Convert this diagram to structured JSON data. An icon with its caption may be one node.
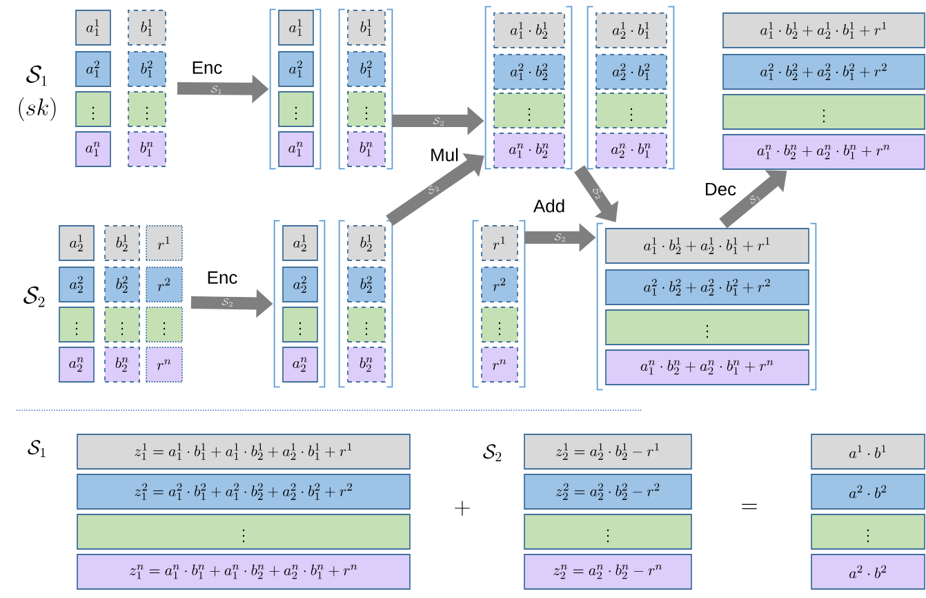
{
  "diagram": {
    "nodes": [
      {
        "text": [
          "a_1^1"
        ]
      },
      {
        "text": [
          "a_1^2"
        ]
      },
      {
        "text": [
          "\\vdots"
        ]
      },
      {
        "text": [
          "a_1^n"
        ]
      },
      {
        "text": [
          "b_1^1"
        ]
      },
      {
        "text": [
          "b_1^2"
        ]
      },
      {
        "text": [
          "\\vdots"
        ]
      },
      {
        "text": [
          "b_1^n"
        ]
      },
      {
        "text": [],
        "shape": "bracket"
      },
      {
        "text": [
          "a_1^1"
        ],
        "in": 8
      },
      {
        "text": [
          "a_1^2"
        ],
        "in": 8
      },
      {
        "text": [
          "\\vdots"
        ],
        "in": 8
      },
      {
        "text": [
          "a_1^n"
        ],
        "in": 8
      },
      {
        "text": [],
        "shape": "bracket"
      },
      {
        "text": [
          "b_1^1"
        ],
        "in": 13
      },
      {
        "text": [
          "b_1^2"
        ],
        "in": 13
      },
      {
        "text": [
          "\\vdots"
        ],
        "in": 13
      },
      {
        "text": [
          "b_1^n"
        ],
        "in": 13
      },
      {
        "text": [],
        "shape": "bracket"
      },
      {
        "text": [
          "a_1^1\\cdot b_2^1"
        ],
        "in": 18
      },
      {
        "text": [
          "a_1^2\\cdot b_2^2"
        ],
        "in": 18
      },
      {
        "text": [
          "\\vdots"
        ],
        "in": 18
      },
      {
        "text": [
          "a_1^n\\cdot b_2^n"
        ],
        "in": 18
      },
      {
        "text": [],
        "shape": "bracket"
      },
      {
        "text": [
          "a_2^1\\cdot b_1^1"
        ],
        "in": 23
      },
      {
        "text": [
          "a_2^2\\cdot b_1^2"
        ],
        "in": 23
      },
      {
        "text": [
          "\\vdots"
        ],
        "in": 23
      },
      {
        "text": [
          "a_2^n\\cdot b_1^n"
        ],
        "in": 23
      },
      {
        "text": [
          "a_1^1\\cdot b_2^1+a_2^1\\cdot b_1^1+r^1"
        ]
      },
      {
        "text": [
          "a_1^2\\cdot b_2^2+a_2^2\\cdot b_1^2+r^2"
        ]
      },
      {
        "text": [
          "\\vdots"
        ]
      },
      {
        "text": [
          "a_1^n\\cdot b_2^n+a_2^n\\cdot b_1^n+r^n"
        ]
      },
      {
        "text": [
          "a_2^1"
        ]
      },
      {
        "text": [
          "a_2^2"
        ]
      },
      {
        "text": [
          "\\vdots"
        ]
      },
      {
        "text": [
          "a_2^n"
        ]
      },
      {
        "text": [
          "b_2^1"
        ]
      },
      {
        "text": [
          "b_2^2"
        ]
      },
      {
        "text": [
          "\\vdots"
        ]
      },
      {
        "text": [
          "b_2^n"
        ]
      },
      {
        "text": [
          "r^1"
        ]
      },
      {
        "text": [
          "r^2"
        ]
      },
      {
        "text": [
          "\\vdots"
        ]
      },
      {
        "text": [
          "r^n"
        ]
      },
      {
        "text": [],
        "shape": "bracket"
      },
      {
        "text": [
          "a_2^1"
        ],
        "in": 44
      },
      {
        "text": [
          "a_2^2"
        ],
        "in": 44
      },
      {
        "text": [
          "\\vdots"
        ],
        "in": 44
      },
      {
        "text": [
          "a_2^n"
        ],
        "in": 44
      },
      {
        "text": [],
        "shape": "bracket"
      },
      {
        "text": [
          "b_2^1"
        ],
        "in": 49
      },
      {
        "text": [
          "b_2^2"
        ],
        "in": 49
      },
      {
        "text": [
          "\\vdots"
        ],
        "in": 49
      },
      {
        "text": [
          "b_2^n"
        ],
        "in": 49
      },
      {
        "text": [],
        "shape": "bracket"
      },
      {
        "text": [
          "r^1"
        ],
        "in": 54
      },
      {
        "text": [
          "r^2"
        ],
        "in": 54
      },
      {
        "text": [
          "\\vdots"
        ],
        "in": 54
      },
      {
        "text": [
          "r^n"
        ],
        "in": 54
      },
      {
        "text": [],
        "shape": "bracket"
      },
      {
        "text": [
          "a_1^1\\cdot b_2^1+a_2^1\\cdot b_1^1+r^1"
        ],
        "in": 59
      },
      {
        "text": [
          "a_1^2\\cdot b_2^2+a_2^2\\cdot b_1^2+r^2"
        ],
        "in": 59
      },
      {
        "text": [
          "\\vdots"
        ],
        "in": 59
      },
      {
        "text": [
          "a_1^n\\cdot b_2^n+a_2^n\\cdot b_1^n+r^n"
        ],
        "in": 59
      },
      {
        "text": [
          "z_1^1=a_1^1\\cdot b_1^1+a_1^1\\cdot b_2^1+a_2^1\\cdot b_1^1+r^1"
        ]
      },
      {
        "text": [
          "z_1^2=a_1^2\\cdot b_1^2+a_1^2\\cdot b_2^2+a_2^2\\cdot b_1^2+r^2"
        ]
      },
      {
        "text": [
          "\\vdots"
        ]
      },
      {
        "text": [
          "z_1^n=a_1^n\\cdot b_1^n+a_1^n\\cdot b_2^n+a_2^n\\cdot b_1^n+r^n"
        ]
      },
      {
        "text": [
          "z_2^1=a_2^1\\cdot b_2^1-r^1"
        ]
      },
      {
        "text": [
          "z_2^2=a_2^2\\cdot b_2^2-r^2"
        ]
      },
      {
        "text": [
          "\\vdots"
        ]
      },
      {
        "text": [
          "z_2^n=a_2^n\\cdot b_2^n-r^n"
        ]
      },
      {
        "text": [
          "a^1\\cdot b^1"
        ]
      },
      {
        "text": [
          "a^2\\cdot b^2"
        ]
      },
      {
        "text": [
          "\\vdots"
        ]
      },
      {
        "text": [
          "a^2\\cdot b^2"
        ]
      }
    ],
    "edges": [
      {
        "from": 5,
        "to": 8,
        "arrow": "to",
        "label": "Enc"
      },
      {
        "from": 13,
        "to": 18,
        "arrow": "to",
        "label": "Mul"
      },
      {
        "from": 49,
        "to": 18,
        "arrow": "to"
      },
      {
        "from": 23,
        "to": 59,
        "arrow": "to"
      },
      {
        "from": 54,
        "to": 59,
        "arrow": "to",
        "label": "Add"
      },
      {
        "from": 59,
        "to": 31,
        "arrow": "to",
        "label": "Dec"
      },
      {
        "from": 41,
        "to": 44,
        "arrow": "to",
        "label": "Enc"
      }
    ],
    "labels": [
      "\\mathcal{S}_1",
      "(sk)",
      "\\mathcal{S}_1",
      "\\mathcal{S}_2",
      "\\mathcal{S}_2",
      "\\mathcal{S}_2",
      "\\mathcal{S}_2",
      "\\mathcal{S}_1",
      "\\mathcal{S}_2",
      "\\mathcal{S}_2",
      "\\mathcal{S}_1",
      "+",
      "\\mathcal{S}_2",
      "="
    ]
  }
}
